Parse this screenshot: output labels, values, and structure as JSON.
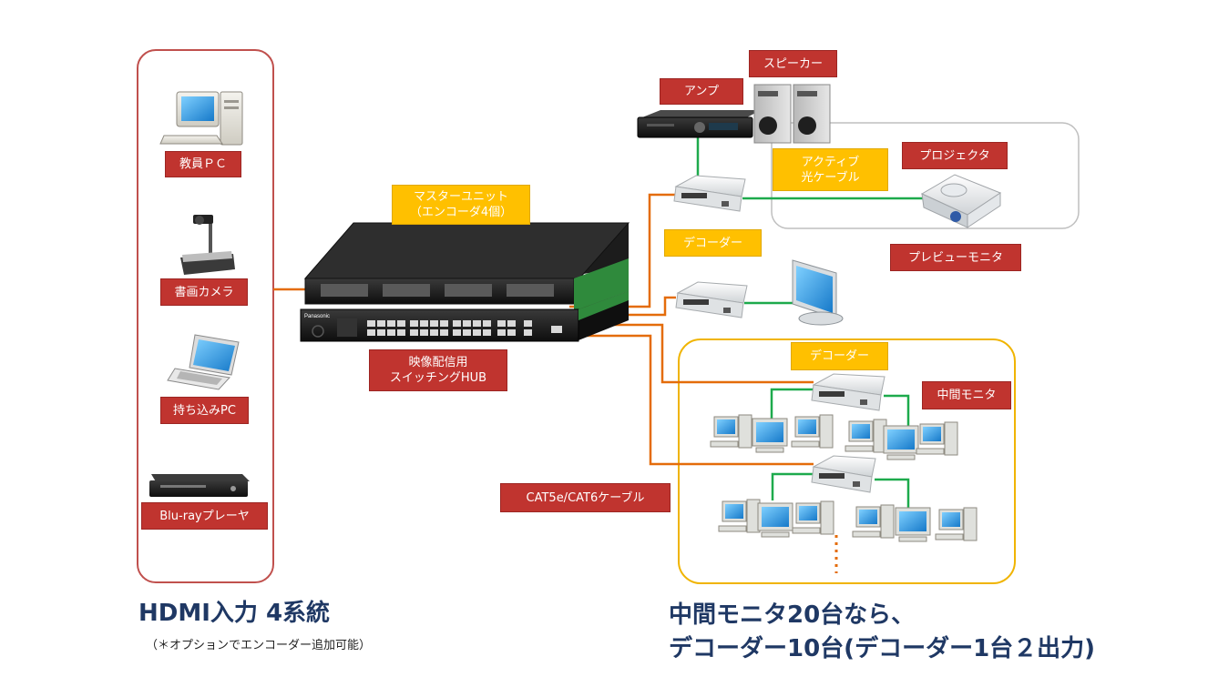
{
  "inputs": {
    "teacher_pc": "教員ＰＣ",
    "document_camera": "書画カメラ",
    "laptop": "持ち込みPC",
    "bluray": "Blu-rayプレーヤ"
  },
  "center": {
    "master_unit": "マスターユニット\n（エンコーダ4個）",
    "switching_hub": "映像配信用\nスイッチングHUB",
    "cable": "CAT5e/CAT6ケーブル"
  },
  "outputs": {
    "amp": "アンプ",
    "speaker": "スピーカー",
    "active_cable": "アクティブ\n光ケーブル",
    "projector": "プロジェクタ",
    "decoder_top": "デコーダー",
    "preview_monitor": "プレビューモニタ",
    "decoder_group": "デコーダー",
    "intermediate_monitor": "中間モニタ"
  },
  "footer": {
    "hdmi_title": "HDMI入力 4系統",
    "hdmi_note": "（＊オプションでエンコーダー追加可能）",
    "summary_line1": "中間モニタ20台なら、",
    "summary_line2": "デコーダー10台(デコーダー1台２出力)"
  },
  "hub_brand": "Panasonic",
  "colors": {
    "label_red": "#c0342f",
    "label_yellow": "#ffc000",
    "cable_orange": "#e46c0a",
    "hdmi_green": "#1daa4c",
    "title_blue": "#1f3864"
  }
}
